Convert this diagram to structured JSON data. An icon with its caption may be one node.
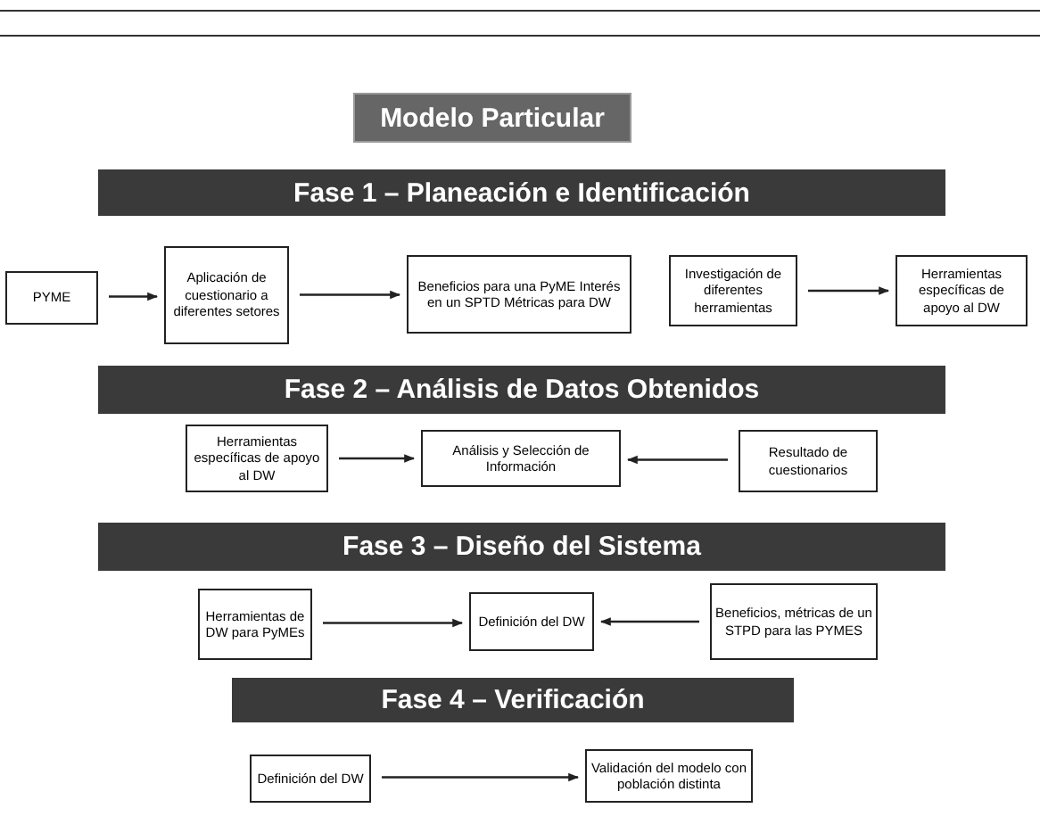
{
  "diagram": {
    "title": "Modelo Particular",
    "nodes": [
      {
        "text": [
          "Fase 1 – Planeación e Identificación"
        ]
      },
      {
        "text": [
          "PYME"
        ]
      },
      {
        "text": [
          "Aplicación de cuestionario a diferentes setores"
        ]
      },
      {
        "text": [
          "Beneficios para una PyME Interés en un SPTD Métricas para DW"
        ]
      },
      {
        "text": [
          "Investigación de diferentes herramientas"
        ]
      },
      {
        "text": [
          "Herramientas específicas de apoyo al DW"
        ]
      },
      {
        "text": [
          "Fase 2 – Análisis de Datos Obtenidos"
        ]
      },
      {
        "text": [
          "Herramientas específicas de apoyo al DW"
        ]
      },
      {
        "text": [
          "Análisis y Selección de Información"
        ]
      },
      {
        "text": [
          "Resultado de cuestionarios"
        ]
      },
      {
        "text": [
          "Fase 3 – Diseño del Sistema"
        ]
      },
      {
        "text": [
          "Herramientas de DW para PyMEs"
        ]
      },
      {
        "text": [
          "Definición del DW"
        ]
      },
      {
        "text": [
          "Beneficios, métricas de un STPD para las PYMES"
        ]
      },
      {
        "text": [
          "Fase 4 – Verificación"
        ]
      },
      {
        "text": [
          "Definición del DW"
        ]
      },
      {
        "text": [
          "Validación del modelo con población distinta"
        ]
      }
    ],
    "edges": [
      {
        "from": 1,
        "to": 2,
        "arrow": "to"
      },
      {
        "from": 2,
        "to": 3,
        "arrow": "to"
      },
      {
        "from": 4,
        "to": 5,
        "arrow": "to"
      },
      {
        "from": 7,
        "to": 8,
        "arrow": "to"
      },
      {
        "from": 9,
        "to": 8,
        "arrow": "to"
      },
      {
        "from": 11,
        "to": 12,
        "arrow": "to"
      },
      {
        "from": 13,
        "to": 12,
        "arrow": "to"
      },
      {
        "from": 15,
        "to": 16,
        "arrow": "to"
      }
    ]
  }
}
